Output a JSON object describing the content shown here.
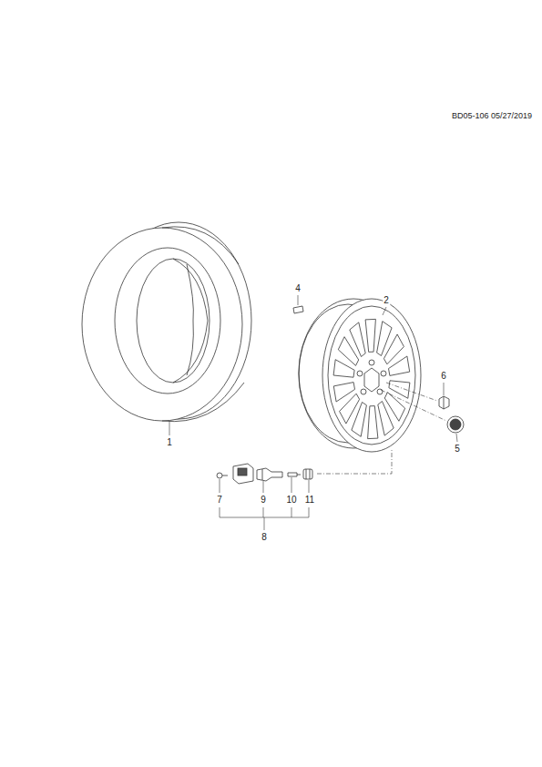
{
  "diagram": {
    "labels": [
      "BD05-106 05/27/2019",
      "4",
      "2",
      "6",
      "1",
      "5",
      "7",
      "9",
      "10",
      "11",
      "8"
    ]
  }
}
